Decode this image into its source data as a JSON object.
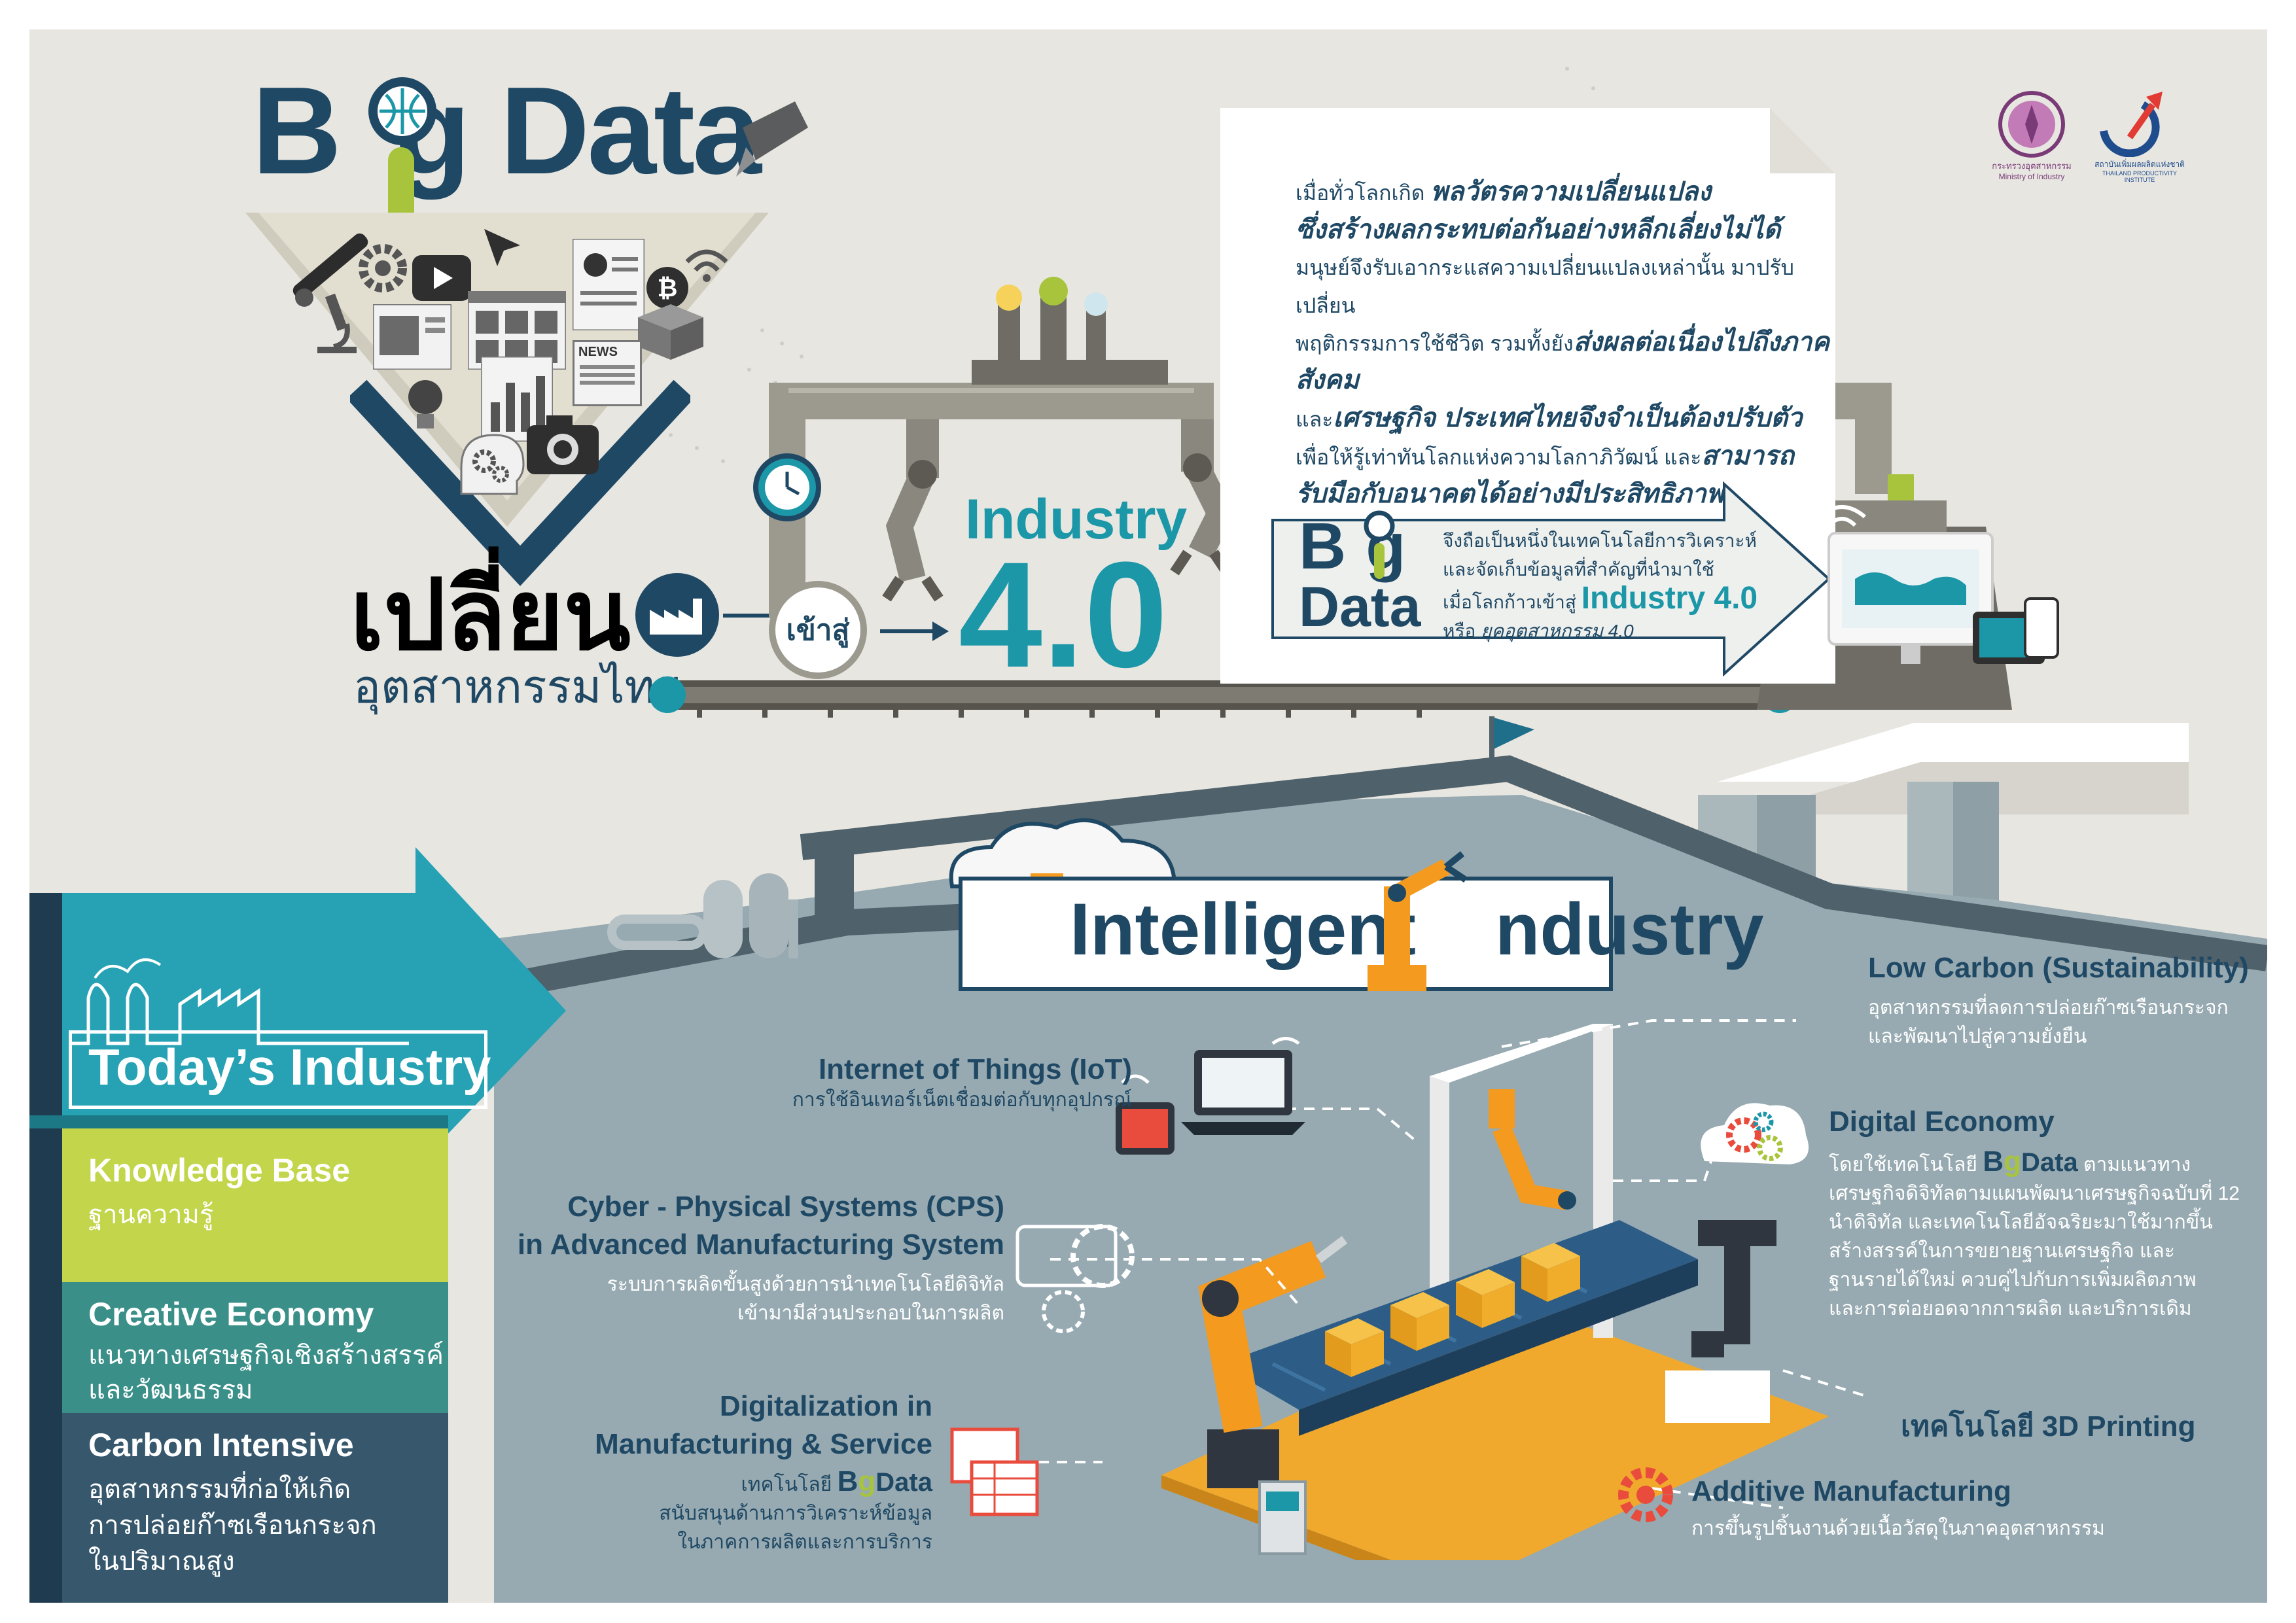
{
  "hero": {
    "title_b": "B",
    "title_rest": "g Data",
    "transform_title": "เปลี่ยน",
    "transform_sub": "อุตสาหกรรมไทย",
    "enter_label": "เข้าสู่",
    "industry_label": "Industry",
    "industry_version": "4.0"
  },
  "intro": {
    "lines": [
      {
        "plain": "เมื่อทั่วโลกเกิด ",
        "bold": "พลวัตรความเปลี่ยนแปลง"
      },
      {
        "plain": "",
        "bold": "ซึ่งสร้างผลกระทบต่อกันอย่างหลีกเลี่ยงไม่ได้"
      },
      {
        "plain": "มนุษย์จึงรับเอากระแสความเปลี่ยนแปลงเหล่านั้น มาปรับเปลี่ยน",
        "bold": ""
      },
      {
        "plain": "พฤติกรรมการใช้ชีวิต รวมทั้งยัง",
        "bold": "ส่งผลต่อเนื่องไปถึงภาคสังคม"
      },
      {
        "plain": "และ",
        "bold": "เศรษฐกิจ ประเทศไทยจึงจำเป็นต้องปรับตัว"
      },
      {
        "plain": "เพื่อให้รู้เท่าทันโลกแห่งความโลกาภิวัฒน์ และ",
        "bold": "สามารถ"
      },
      {
        "plain": "",
        "bold": "รับมือกับอนาคตได้อย่างมีประสิทธิภาพ"
      }
    ]
  },
  "bigdata_box": {
    "logo_b": "B",
    "logo_g": "g",
    "logo_data": "Data",
    "line1": "จึงถือเป็นหนึ่งในเทคโนโลยีการวิเคราะห์",
    "line2": "และจัดเก็บข้อมูลที่สำคัญที่นำมาใช้",
    "line3_plain": "เมื่อโลกก้าวเข้าสู่ ",
    "line3_bold": "Industry 4.0",
    "line4_plain": "หรือ ",
    "line4_italic": "ยุคอุตสาหกรรม 4.0"
  },
  "logos": {
    "ministry_text": "กระทรวงอุตสาหกรรม",
    "ministry_en": "Ministry of Industry",
    "institute_text": "สถาบันเพิ่มผลผลิตแห่งชาติ",
    "institute_en": "THAILAND PRODUCTIVITY INSTITUTE"
  },
  "banner": {
    "title_a": "Intelligent ",
    "title_b": "ndustry"
  },
  "left_panel": {
    "header": "Today’s Industry",
    "items": [
      {
        "title": "Knowledge Base",
        "lines": [
          "ฐานความรู้"
        ],
        "color": "#c3d54a"
      },
      {
        "title": "Creative Economy",
        "lines": [
          "แนวทางเศรษฐกิจเชิงสร้างสรรค์",
          "และวัฒนธรรม"
        ],
        "color": "#3a8f88"
      },
      {
        "title": "Carbon Intensive",
        "lines": [
          "อุตสาหกรรมที่ก่อให้เกิด",
          "การปล่อยก๊าซเรือนกระจก",
          "ในปริมาณสูง"
        ],
        "color": "#36576c"
      }
    ]
  },
  "features": {
    "iot": {
      "title": "Internet of Things (IoT)",
      "sub": "การใช้อินเทอร์เน็ตเชื่อมต่อกับทุกอุปกรณ์"
    },
    "cps": {
      "title1": "Cyber - Physical Systems (CPS)",
      "title2": "in Advanced Manufacturing System",
      "sub1": "ระบบการผลิตขั้นสูงด้วยการนำเทคโนโลยีดิจิทัล",
      "sub2": "เข้ามามีส่วนประกอบในการผลิต"
    },
    "digitalization": {
      "title1": "Digitalization in",
      "title2": "Manufacturing & Service",
      "sub_prefix": "เทคโนโลยี ",
      "logo_b": "B",
      "logo_g": "g",
      "logo_data": "Data",
      "sub2": "สนับสนุนด้านการวิเคราะห์ข้อมูล",
      "sub3": "ในภาคการผลิตและการบริการ"
    },
    "low_carbon": {
      "title": "Low Carbon (Sustainability)",
      "sub1": "อุตสาหกรรมที่ลดการปล่อยก๊าซเรือนกระจก",
      "sub2": "และพัฒนาไปสู่ความยั่งยืน"
    },
    "digital_economy": {
      "title": "Digital Economy",
      "sub_prefix": "โดยใช้เทคโนโลยี ",
      "logo_b": "B",
      "logo_g": "g",
      "logo_data": "Data",
      "sub_suffix": " ตามแนวทาง",
      "lines": [
        "เศรษฐกิจดิจิทัลตามแผนพัฒนาเศรษฐกิจฉบับที่ 12",
        "นำดิจิทัล และเทคโนโลยีอัจฉริยะมาใช้มากขึ้น",
        "สร้างสรรค์ในการขยายฐานเศรษฐกิจ และ",
        "ฐานรายได้ใหม่ ควบคู่ไปกับการเพิ่มผลิตภาพ",
        "และการต่อยอดจากการผลิต และบริการเดิม"
      ]
    },
    "printing": {
      "title": "เทคโนโลยี 3D Printing"
    },
    "additive": {
      "title": "Additive Manufacturing",
      "sub": "การขึ้นรูปชิ้นงานด้วยเนื้อวัสดุในภาคอุตสาหกรรม"
    }
  },
  "misc": {
    "news_label": "NEWS"
  },
  "colors": {
    "navy": "#1f4864",
    "teal": "#1b97a8",
    "lime": "#a7c43c",
    "orange": "#f39a1f",
    "wall": "#97aab1",
    "roof": "#5a6b75"
  }
}
